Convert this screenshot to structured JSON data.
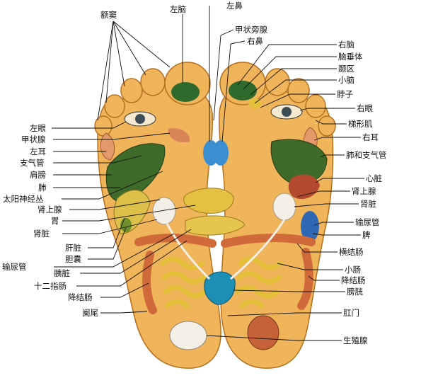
{
  "labels": {
    "top": {
      "e": "额窦",
      "lb": "左脑",
      "ln": "左鼻",
      "ps": "甲状旁腺",
      "rn": "右鼻"
    },
    "left": {
      "a": "左眼",
      "b": "甲状腺",
      "c": "左耳",
      "d": "支气管",
      "e": "肩膀",
      "f": "肺",
      "g": "太阳神经丛",
      "h": "肾上腺",
      "i": "胃",
      "j": "肾脏",
      "k": "肝脏",
      "l": "胆囊",
      "m": "输尿管",
      "n": "胰脏",
      "o": "十二指肠",
      "p": "降结肠",
      "q": "阑尾"
    },
    "right": {
      "a": "右脑",
      "b": "脑垂体",
      "c": "颞区",
      "d": "小脑",
      "e": "脖子",
      "f": "右眼",
      "g": "梯形肌",
      "h": "右耳",
      "i": "肺和支气管",
      "j": "心脏",
      "k": "肾上腺",
      "l": "肾脏",
      "m": "输尿管",
      "n": "脾",
      "o": "横结肠",
      "p": "小肠",
      "q": "降结肠",
      "r": "膀胱",
      "s": "肛门",
      "t": "生殖腺"
    }
  },
  "colors": {
    "skin": "#f0b45a",
    "skin_edge": "#b4701f",
    "lung": "#3f6b2a",
    "kidney": "#f3efe6",
    "intestine": "#e3bf3a",
    "colon": "#d06a3a",
    "spleen": "#2e67b4",
    "bladder": "#1d8fb5",
    "heart": "#b44a2d"
  }
}
